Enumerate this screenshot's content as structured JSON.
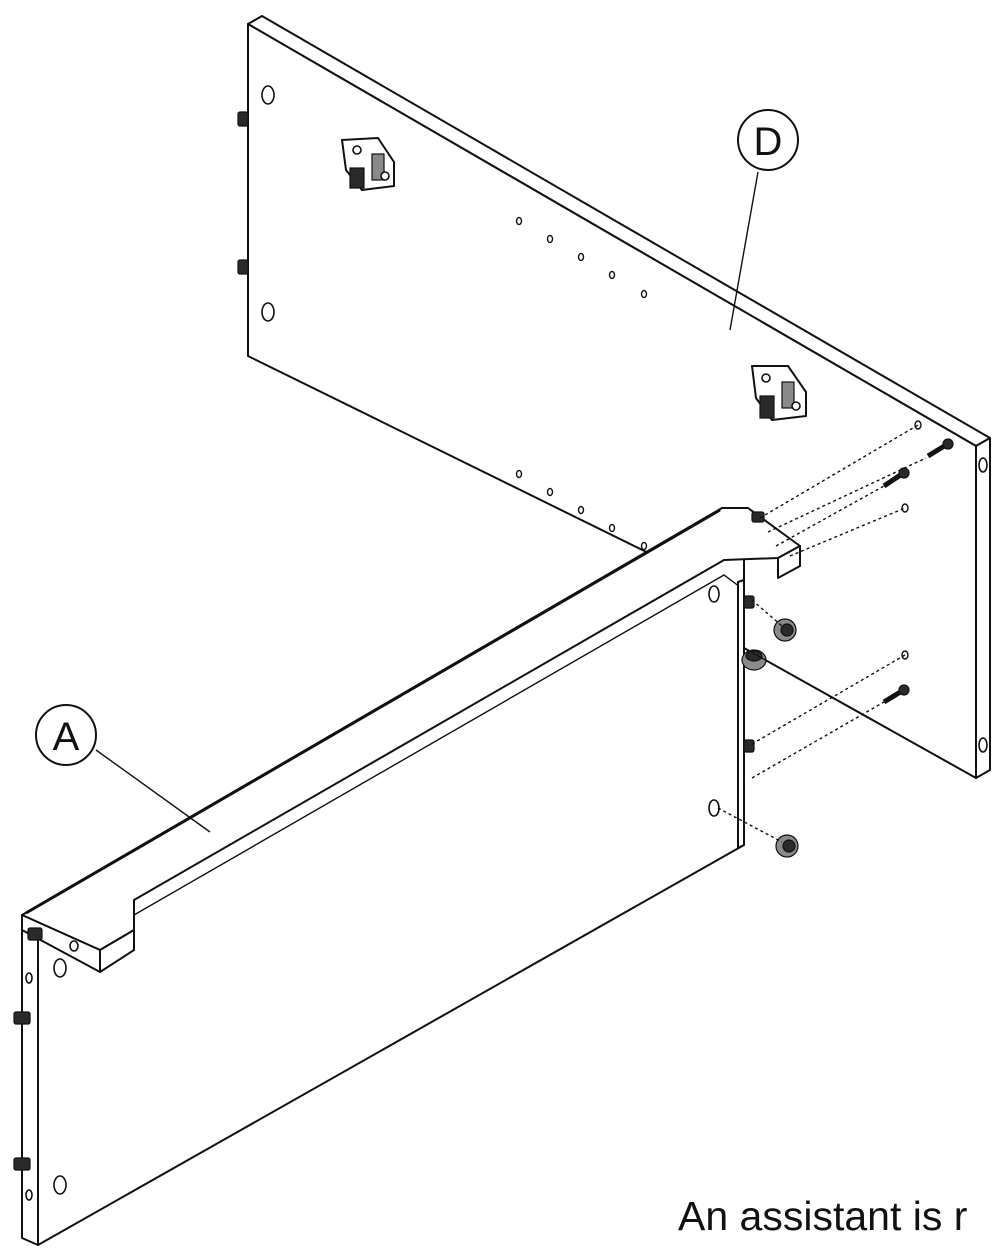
{
  "callouts": {
    "panel_d": "D",
    "panel_a": "A"
  },
  "footer": {
    "text": "An assistant is r"
  },
  "colors": {
    "line": "#111111",
    "background": "#ffffff"
  }
}
